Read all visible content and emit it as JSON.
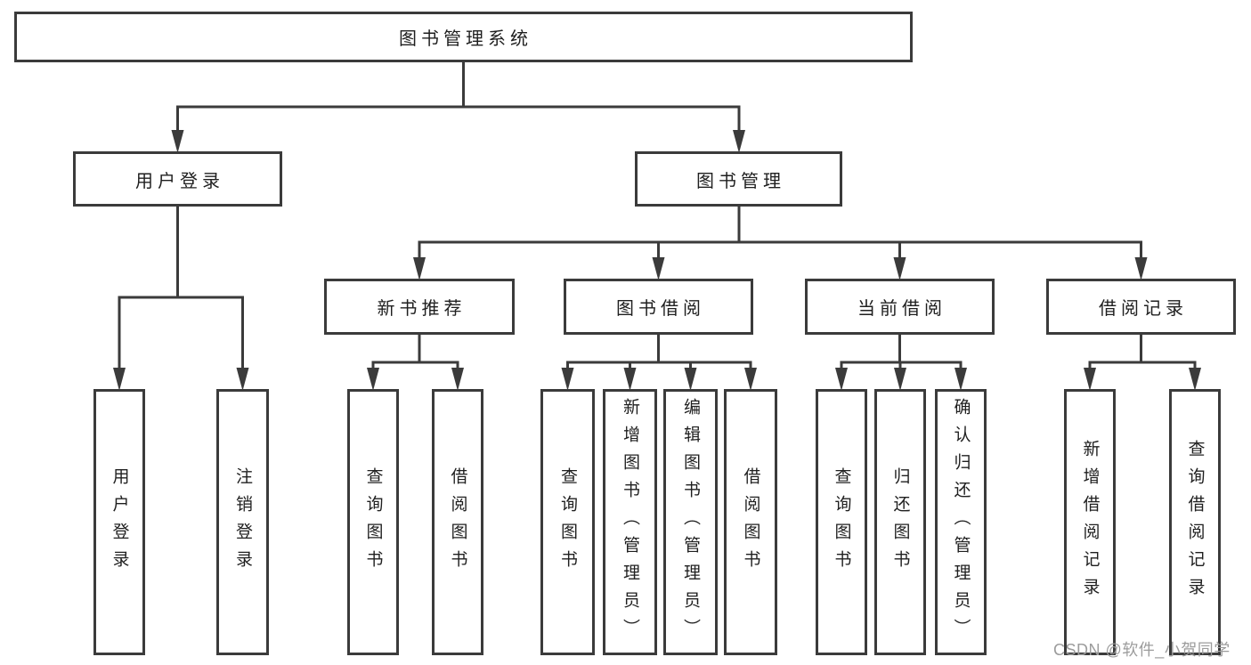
{
  "diagram": {
    "root": {
      "label": "图书管理系统"
    },
    "level2": [
      {
        "label": "用户登录"
      },
      {
        "label": "图书管理"
      }
    ],
    "level3": [
      {
        "label": "新书推荐"
      },
      {
        "label": "图书借阅"
      },
      {
        "label": "当前借阅"
      },
      {
        "label": "借阅记录"
      }
    ],
    "leaves": {
      "user_login": [
        {
          "label": "用户登录"
        },
        {
          "label": "注销登录"
        }
      ],
      "new_book_recommend": [
        {
          "label": "查询图书"
        },
        {
          "label": "借阅图书"
        }
      ],
      "book_borrow": [
        {
          "label": "查询图书"
        },
        {
          "label": "新增图书（管理员）"
        },
        {
          "label": "编辑图书（管理员）"
        },
        {
          "label": "借阅图书"
        }
      ],
      "current_borrow": [
        {
          "label": "查询图书"
        },
        {
          "label": "归还图书"
        },
        {
          "label": "确认归还（管理员）"
        }
      ],
      "borrow_records": [
        {
          "label": "新增借阅记录"
        },
        {
          "label": "查询借阅记录"
        }
      ]
    }
  },
  "watermark": {
    "text": "CSDN @软件_小贺同学"
  },
  "colors": {
    "background": "#ffffff",
    "box_border": "#3b3b3b",
    "connector_line": "#3b3b3b",
    "text": "#1f1f1f",
    "watermark_text": "#9c9c9c"
  }
}
